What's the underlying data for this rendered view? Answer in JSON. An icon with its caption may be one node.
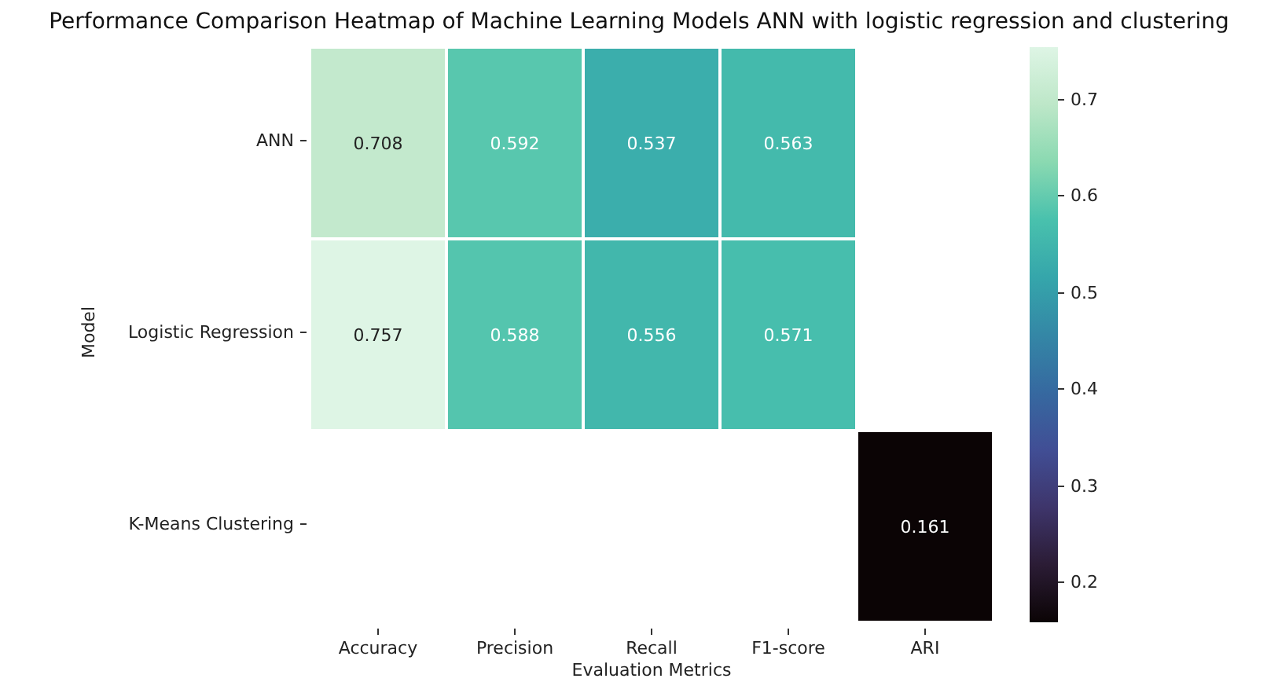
{
  "diagram": {
    "title": "Performance Comparison Heatmap of Machine Learning Models ANN with logistic regression and clustering",
    "labels": [
      "ANN",
      "0.708",
      "0.592",
      "0.537",
      "0.563",
      "Logistic Regression",
      "0.757",
      "0.588",
      "0.556",
      "0.571",
      "K-Means Clustering",
      "0.161",
      "Accuracy",
      "Precision",
      "Recall",
      "F1-score",
      "ARI",
      "Model",
      "Evaluation Metrics",
      "0.7",
      "0.6",
      "0.5",
      "0.4",
      "0.3",
      "0.2"
    ]
  }
}
